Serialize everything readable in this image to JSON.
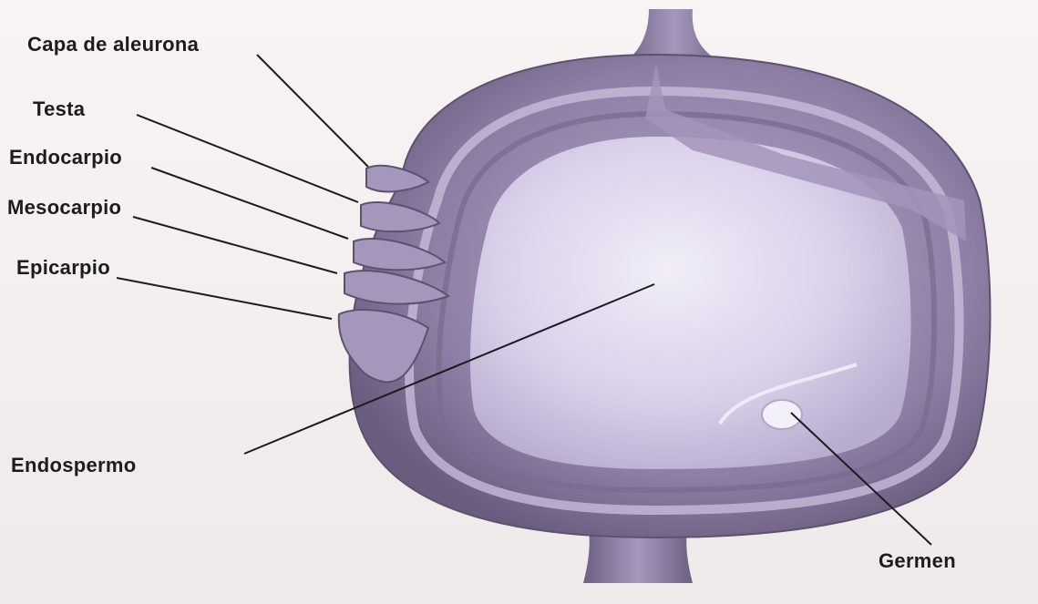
{
  "labels": {
    "aleurone": "Capa de aleurona",
    "testa": "Testa",
    "endocarp": "Endocarpio",
    "mesocarp": "Mesocarpio",
    "epicarp": "Epicarpio",
    "endosperm": "Endospermo",
    "germ": "Germen"
  },
  "colors": {
    "background": "#f3eeee",
    "shell": "#8f7fa6",
    "shell_dark": "#5e516f",
    "inner": "#d7cfe8",
    "endosperm": "#e6e0f1",
    "leader_line": "#1c1c1c",
    "label_text": "#1c1c1c"
  }
}
